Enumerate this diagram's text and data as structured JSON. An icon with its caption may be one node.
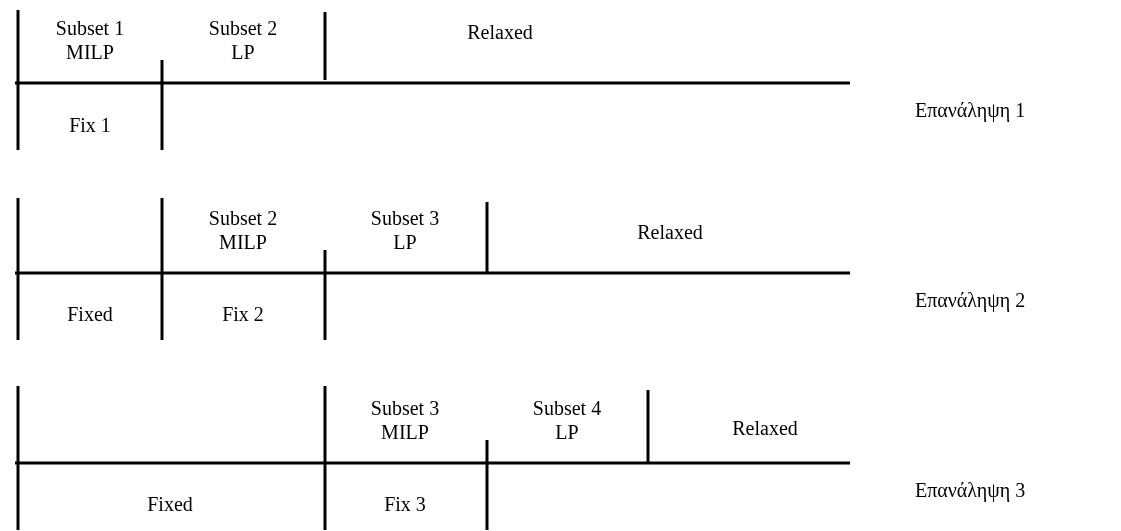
{
  "diagram": {
    "labels": [
      "Subset 1 MILP",
      "Subset 2 LP",
      "Relaxed",
      "Επανάληψη 1",
      "Fix 1",
      "Subset 2 MILP",
      "Subset 3 LP",
      "Relaxed",
      "Επανάληψη 2",
      "Fixed",
      "Fix 2",
      "Subset 3 MILP",
      "Subset 4 LP",
      "Relaxed",
      "Επανάληψη 3",
      "Fixed",
      "Fix 3"
    ]
  }
}
